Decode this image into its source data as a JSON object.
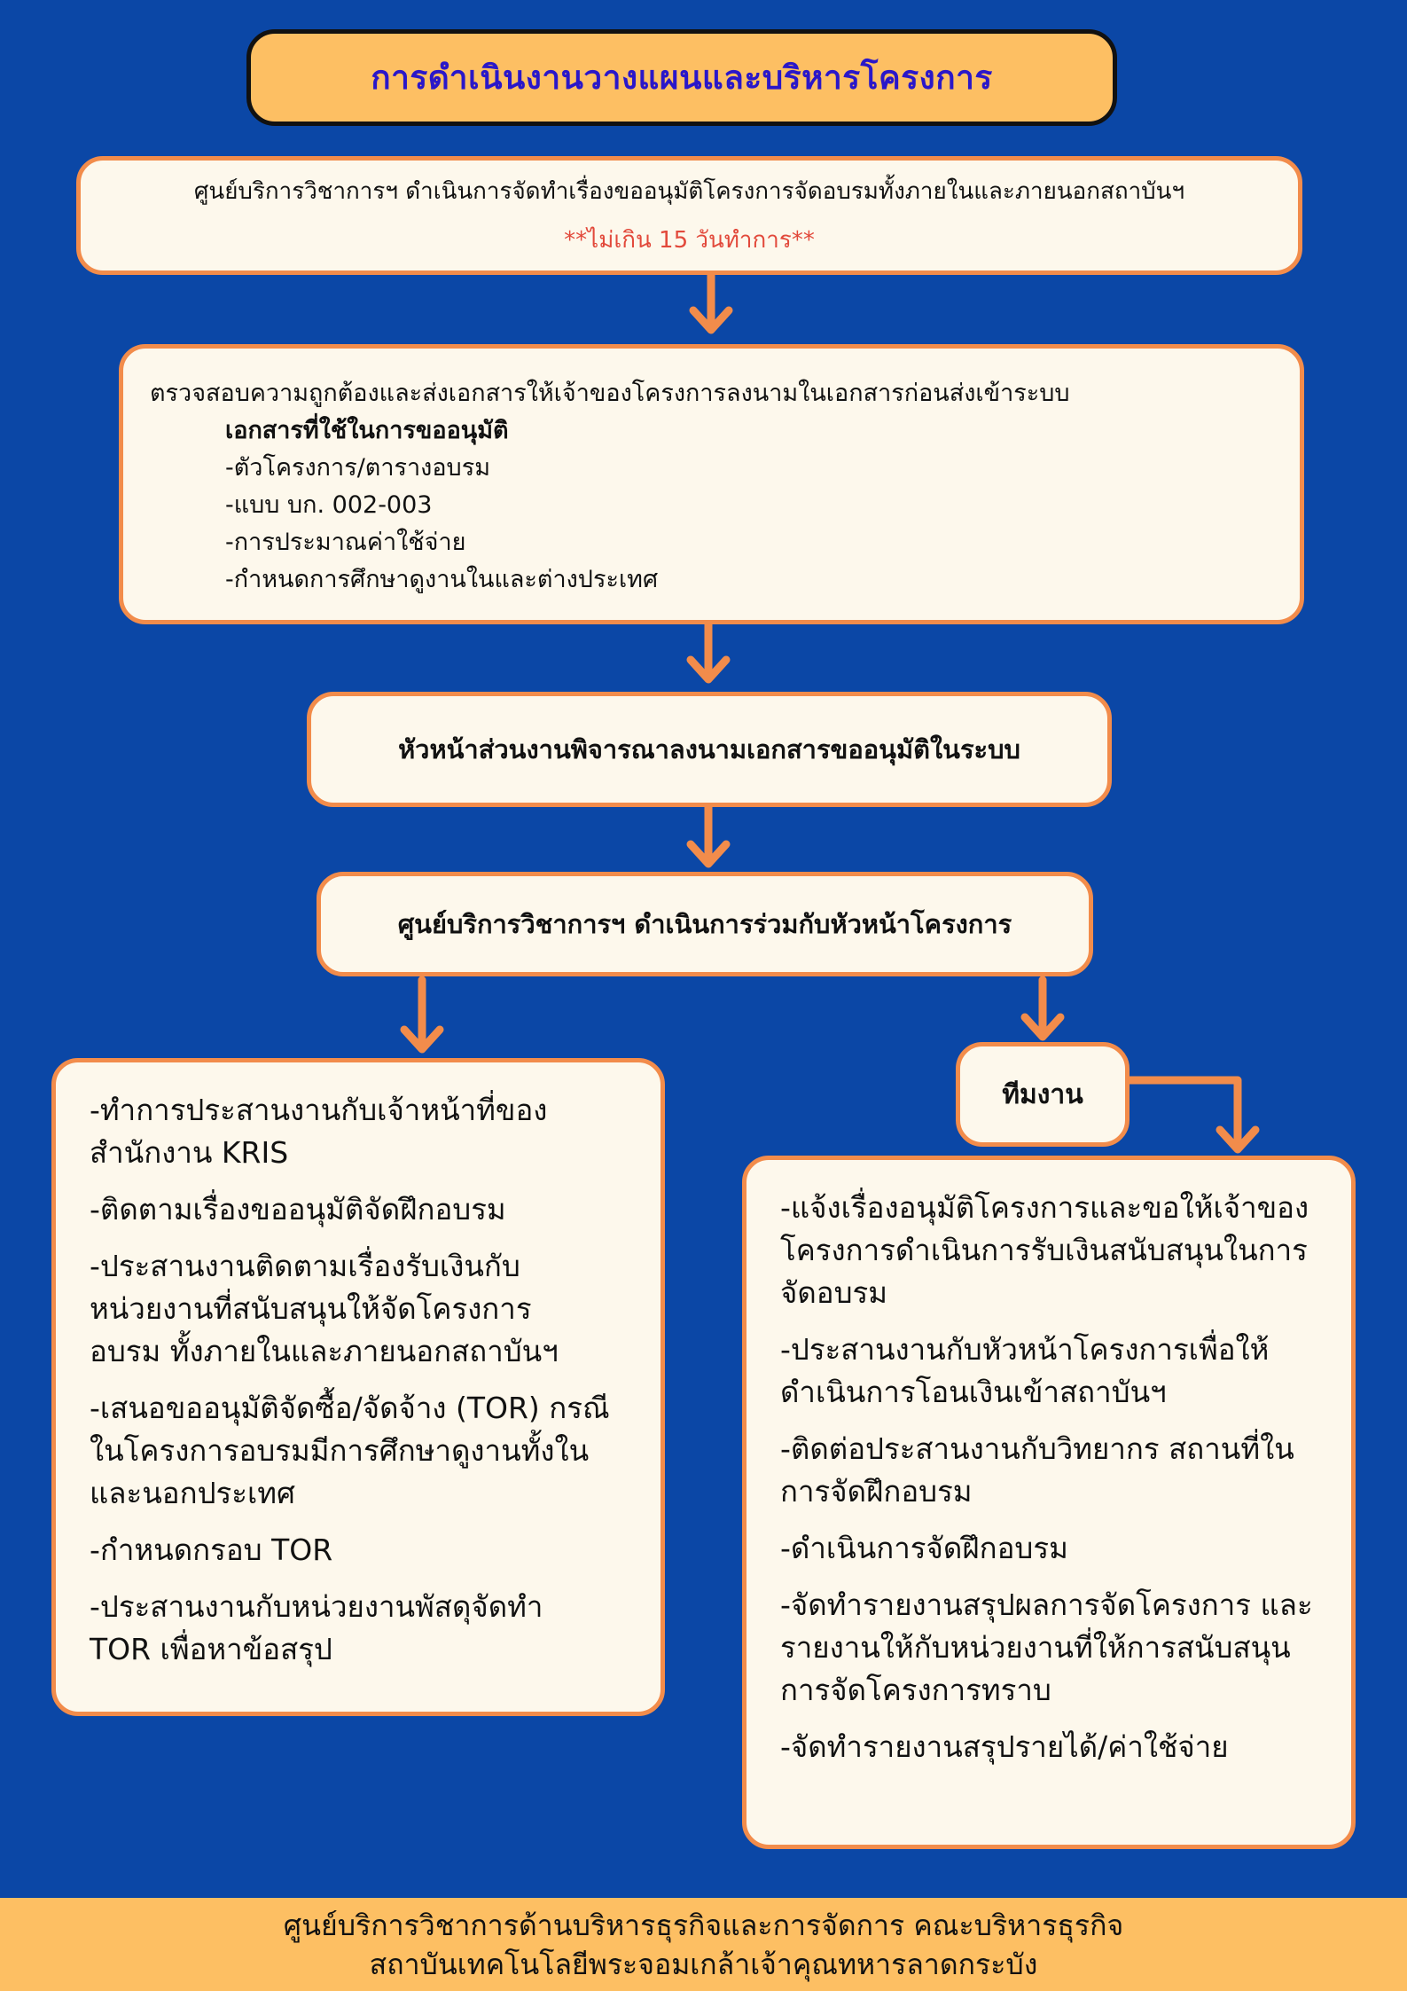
{
  "title": "การดำเนินงานวางแผนและบริหารโครงการ",
  "step1": {
    "text": "ศูนย์บริการวิชาการฯ ดำเนินการจัดทำเรื่องขออนุมัติโครงการจัดอบรมทั้งภายในและภายนอกสถาบันฯ",
    "note": "**ไม่เกิน 15 วันทำการ**"
  },
  "step2": {
    "text": "ตรวจสอบความถูกต้องและส่งเอกสารให้เจ้าของโครงการลงนามในเอกสารก่อนส่งเข้าระบบ",
    "docs_heading": "เอกสารที่ใช้ในการขออนุมัติ",
    "docs": [
      "-ตัวโครงการ/ตารางอบรม",
      "-แบบ บก. 002-003",
      "-การประมาณค่าใช้จ่าย",
      "-กำหนดการศึกษาดูงานในและต่างประเทศ"
    ]
  },
  "step3": {
    "text": "หัวหน้าส่วนงานพิจารณาลงนามเอกสารขออนุมัติในระบบ"
  },
  "step4": {
    "text": "ศูนย์บริการวิชาการฯ ดำเนินการร่วมกับหัวหน้าโครงการ"
  },
  "left_list": [
    "-ทำการประสานงานกับเจ้าหน้าที่ของสำนักงาน KRIS",
    "-ติดตามเรื่องขออนุมัติจัดฝึกอบรม",
    "-ประสานงานติดตามเรื่องรับเงินกับหน่วยงานที่สนับสนุนให้จัดโครงการอบรม ทั้งภายในและภายนอกสถาบันฯ",
    "-เสนอขออนุมัติจัดซื้อ/จัดจ้าง (TOR) กรณีในโครงการอบรมมีการศึกษาดูงานทั้งในและนอกประเทศ",
    "-กำหนดกรอบ TOR",
    "-ประสานงานกับหน่วยงานพัสดุจัดทำ TOR เพื่อหาข้อสรุป"
  ],
  "team_label": "ทีมงาน",
  "right_list": [
    "-แจ้งเรื่องอนุมัติโครงการและขอให้เจ้าของโครงการดำเนินการรับเงินสนับสนุนในการจัดอบรม",
    "-ประสานงานกับหัวหน้าโครงการเพื่อให้ดำเนินการโอนเงินเข้าสถาบันฯ",
    "-ติดต่อประสานงานกับวิทยากร สถานที่ในการจัดฝึกอบรม",
    "-ดำเนินการจัดฝึกอบรม",
    "-จัดทำรายงานสรุปผลการจัดโครงการ และรายงานให้กับหน่วยงานที่ให้การสนับสนุนการจัดโครงการทราบ",
    "-จัดทำรายงานสรุปรายได้/ค่าใช้จ่าย"
  ],
  "footer": {
    "line1": "ศูนย์บริการวิชาการด้านบริหารธุรกิจและการจัดการ คณะบริหารธุรกิจ",
    "line2": "สถาบันเทคโนโลยีพระจอมเกล้าเจ้าคุณทหารลาดกระบัง"
  },
  "colors": {
    "background": "#0b47a6",
    "accent": "#f28c4b",
    "title_bg": "#fdbf63",
    "title_text": "#2a17c9",
    "box_bg": "#fdf8ec",
    "note": "#e2493b"
  }
}
